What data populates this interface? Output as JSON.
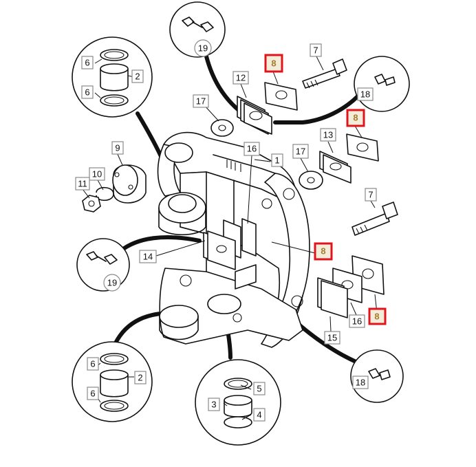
{
  "diagram": {
    "labels": {
      "l1": "1",
      "l2a": "2",
      "l2b": "2",
      "l3": "3",
      "l4": "4",
      "l5": "5",
      "l6a": "6",
      "l6b": "6",
      "l6c": "6",
      "l6d": "6",
      "l7a": "7",
      "l7b": "7",
      "l8a": "8",
      "l8b": "8",
      "l8c": "8",
      "l8d": "8",
      "l9": "9",
      "l10": "10",
      "l11": "11",
      "l12": "12",
      "l13": "13",
      "l14": "14",
      "l15": "15",
      "l16a": "16",
      "l16b": "16",
      "l17a": "17",
      "l17b": "17",
      "l18a": "18",
      "l18b": "18",
      "l19a": "19",
      "l19b": "19"
    },
    "highlight_color": "#e0141d"
  }
}
